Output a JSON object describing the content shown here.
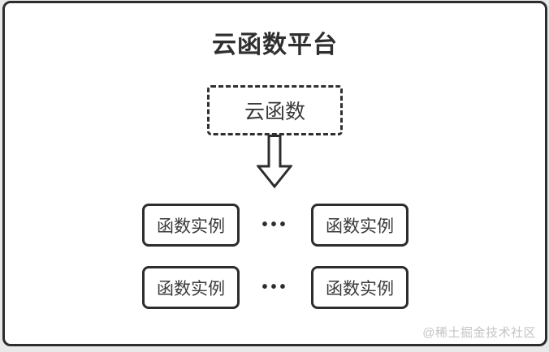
{
  "diagram": {
    "title": "云函数平台",
    "cloud_function": {
      "label": "云函数",
      "border_style": "dashed"
    },
    "arrow": {
      "icon": "down-arrow-icon",
      "direction": "down"
    },
    "rows": [
      {
        "left_label": "函数实例",
        "ellipsis": "•••",
        "right_label": "函数实例"
      },
      {
        "left_label": "函数实例",
        "ellipsis": "•••",
        "right_label": "函数实例"
      }
    ],
    "watermark": "@稀土掘金技术社区",
    "colors": {
      "outline": "#2d2d2d",
      "text": "#3a3a3a",
      "watermark_text": "#c4c4c4",
      "page_background": "#e9e9e9",
      "panel_background": "#ffffff"
    }
  }
}
